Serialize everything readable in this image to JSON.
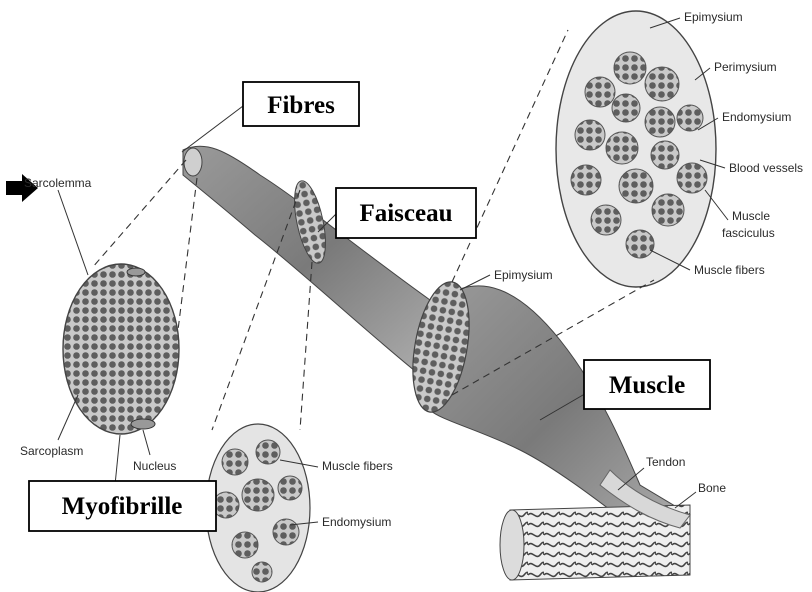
{
  "boxes": {
    "fibres": "Fibres",
    "faisceau": "Faisceau",
    "muscle": "Muscle",
    "myofibrille": "Myofibrille"
  },
  "labels": {
    "sarcolemma": "Sarcolemma",
    "sarcoplasm": "Sarcoplasm",
    "nucleus": "Nucleus",
    "muscle_fibers_bottom": "Muscle fibers",
    "endomysium_bottom": "Endomysium",
    "epimysium_mid": "Epimysium",
    "epimysium_top": "Epimysium",
    "perimysium": "Perimysium",
    "endomysium_top": "Endomysium",
    "blood_vessels": "Blood vessels",
    "muscle_fasciculus_1": "Muscle",
    "muscle_fasciculus_2": "fasciculus",
    "muscle_fibers_right": "Muscle fibers",
    "tendon": "Tendon",
    "bone": "Bone"
  },
  "icons": {
    "pointer": "right-arrow-icon"
  },
  "colors": {
    "tissue": "#b9b9b9",
    "tissue_dark": "#6f6f6f",
    "fiber_dots": "#555555"
  }
}
